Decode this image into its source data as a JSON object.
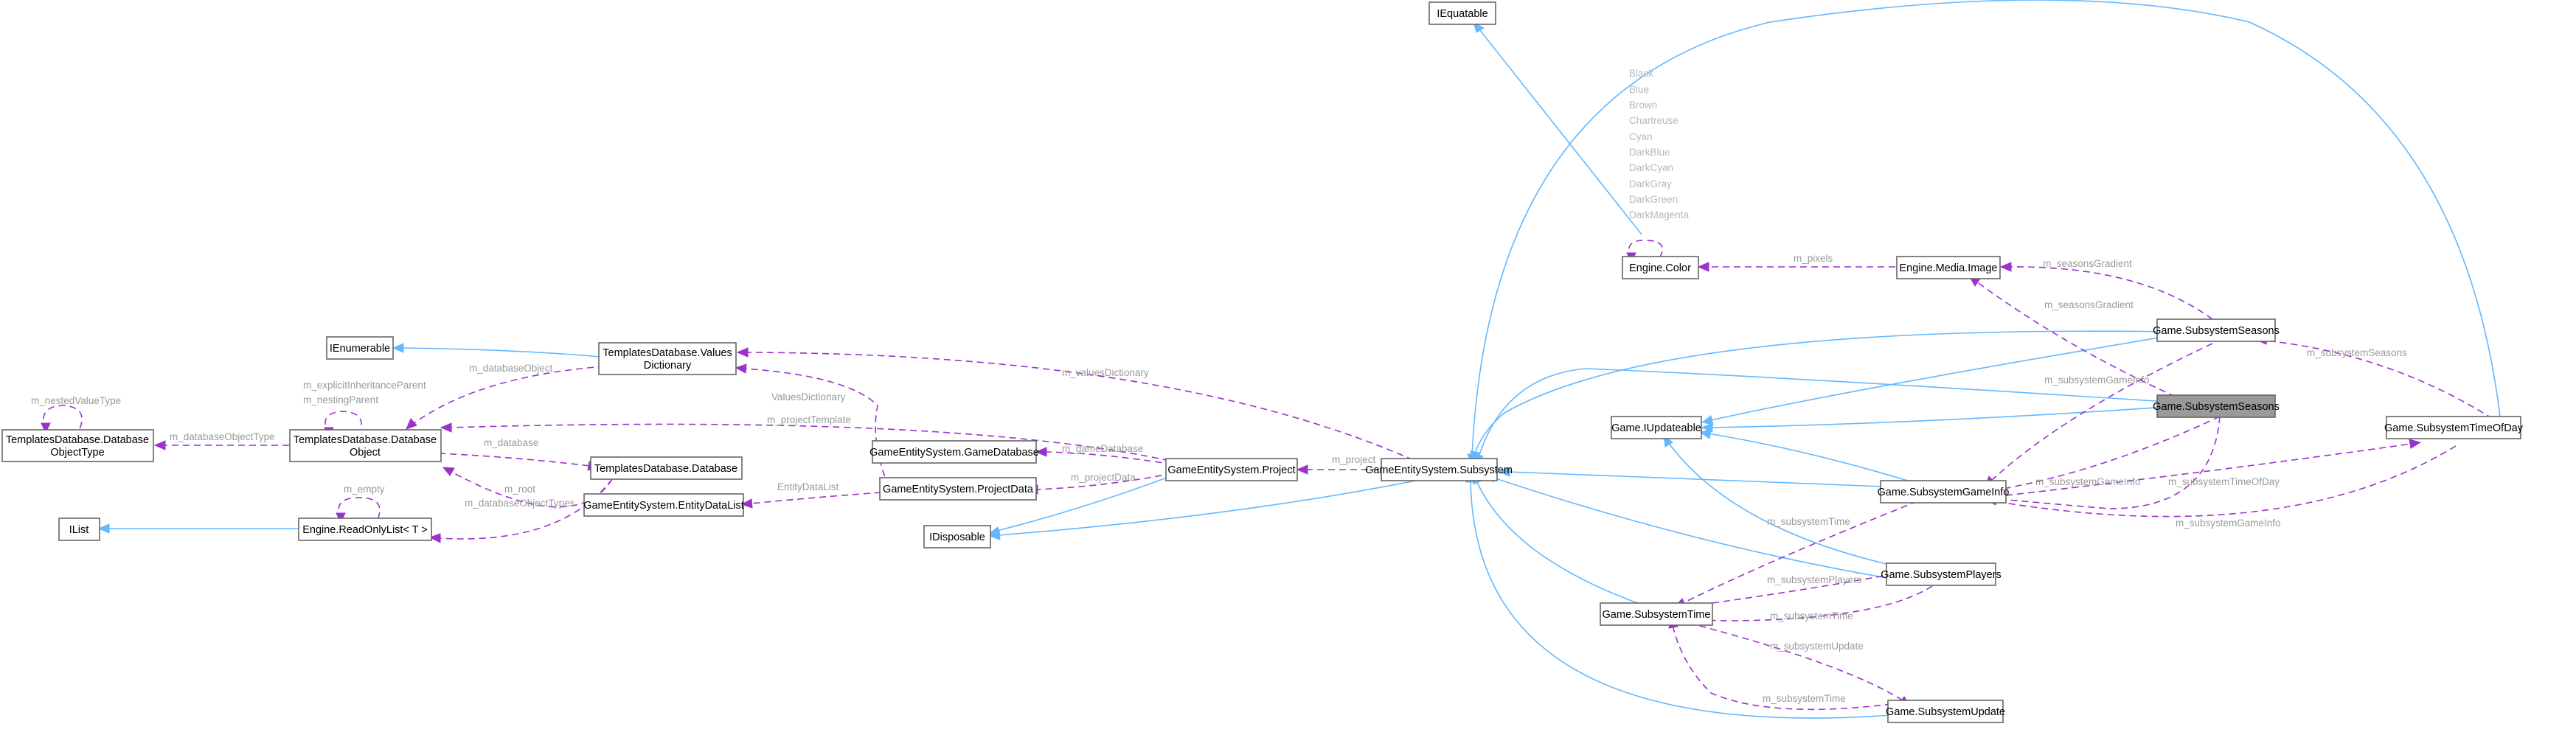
{
  "colors": {
    "inherit": "#63b8ff",
    "usage": "#9a32cd",
    "label": "#9a9a9a",
    "highlight": "#999999"
  },
  "nodes": {
    "iequatable": "IEquatable",
    "engine_color": "Engine.Color",
    "engine_media_image": "Engine.Media.Image",
    "ienumerable": "IEnumerable",
    "values_dictionary_1": "TemplatesDatabase.Values",
    "values_dictionary_2": "Dictionary",
    "database_object_type_1": "TemplatesDatabase.Database",
    "database_object_type_2": "ObjectType",
    "database_object_1": "TemplatesDatabase.Database",
    "database_object_2": "Object",
    "database": "TemplatesDatabase.Database",
    "ilist": "IList",
    "readonly_list": "Engine.ReadOnlyList< T >",
    "game_database": "GameEntitySystem.GameDatabase",
    "project_data": "GameEntitySystem.ProjectData",
    "entity_data_list": "GameEntitySystem.EntityDataList",
    "idisposable": "IDisposable",
    "project": "GameEntitySystem.Project",
    "subsystem": "GameEntitySystem.Subsystem",
    "iupdateable": "Game.IUpdateable",
    "subsystem_seasons_top": "Game.SubsystemSeasons",
    "subsystem_seasons_main": "Game.SubsystemSeasons",
    "subsystem_game_info": "Game.SubsystemGameInfo",
    "subsystem_players": "Game.SubsystemPlayers",
    "subsystem_time": "Game.SubsystemTime",
    "subsystem_update": "Game.SubsystemUpdate",
    "subsystem_time_of_day": "Game.SubsystemTimeOfDay"
  },
  "color_names": [
    "Black",
    "Blue",
    "Brown",
    "Chartreuse",
    "Cyan",
    "DarkBlue",
    "DarkCyan",
    "DarkGray",
    "DarkGreen",
    "DarkMagenta"
  ],
  "edge_labels": {
    "m_pixels": "m_pixels",
    "m_seasons_gradient_1": "m_seasonsGradient",
    "m_seasons_gradient_2": "m_seasonsGradient",
    "m_subsystem_seasons": "m_subsystemSeasons",
    "m_subsystem_game_info_1": "m_subsystemGameInfo",
    "m_subsystem_game_info_2": "m_subsystemGameInfo",
    "m_subsystem_game_info_3": "m_subsystemGameInfo",
    "m_subsystem_time_of_day": "m_subsystemTimeOfDay",
    "m_values_dictionary": "m_valuesDictionary",
    "m_project_template": "m_projectTemplate",
    "m_database_object": "m_databaseObject",
    "m_explicit_inheritance_parent": "m_explicitInheritanceParent",
    "m_nesting_parent": "m_nestingParent",
    "m_nested_value_type": "m_nestedValueType",
    "m_database_object_type": "m_databaseObjectType",
    "m_database": "m_database",
    "m_root": "m_root",
    "m_empty": "m_empty",
    "m_database_object_types": "m_databaseObjectTypes",
    "m_game_database": "m_gameDatabase",
    "values_dictionary_edge": "ValuesDictionary",
    "entity_data_list_edge": "EntityDataList",
    "m_project_data": "m_projectData",
    "m_project": "m_project",
    "m_subsystem_time_1": "m_subsystemTime",
    "m_subsystem_time_2": "m_subsystemTime",
    "m_subsystem_time_3": "m_subsystemTime",
    "m_subsystem_players": "m_subsystemPlayers",
    "m_subsystem_update": "m_subsystemUpdate"
  }
}
